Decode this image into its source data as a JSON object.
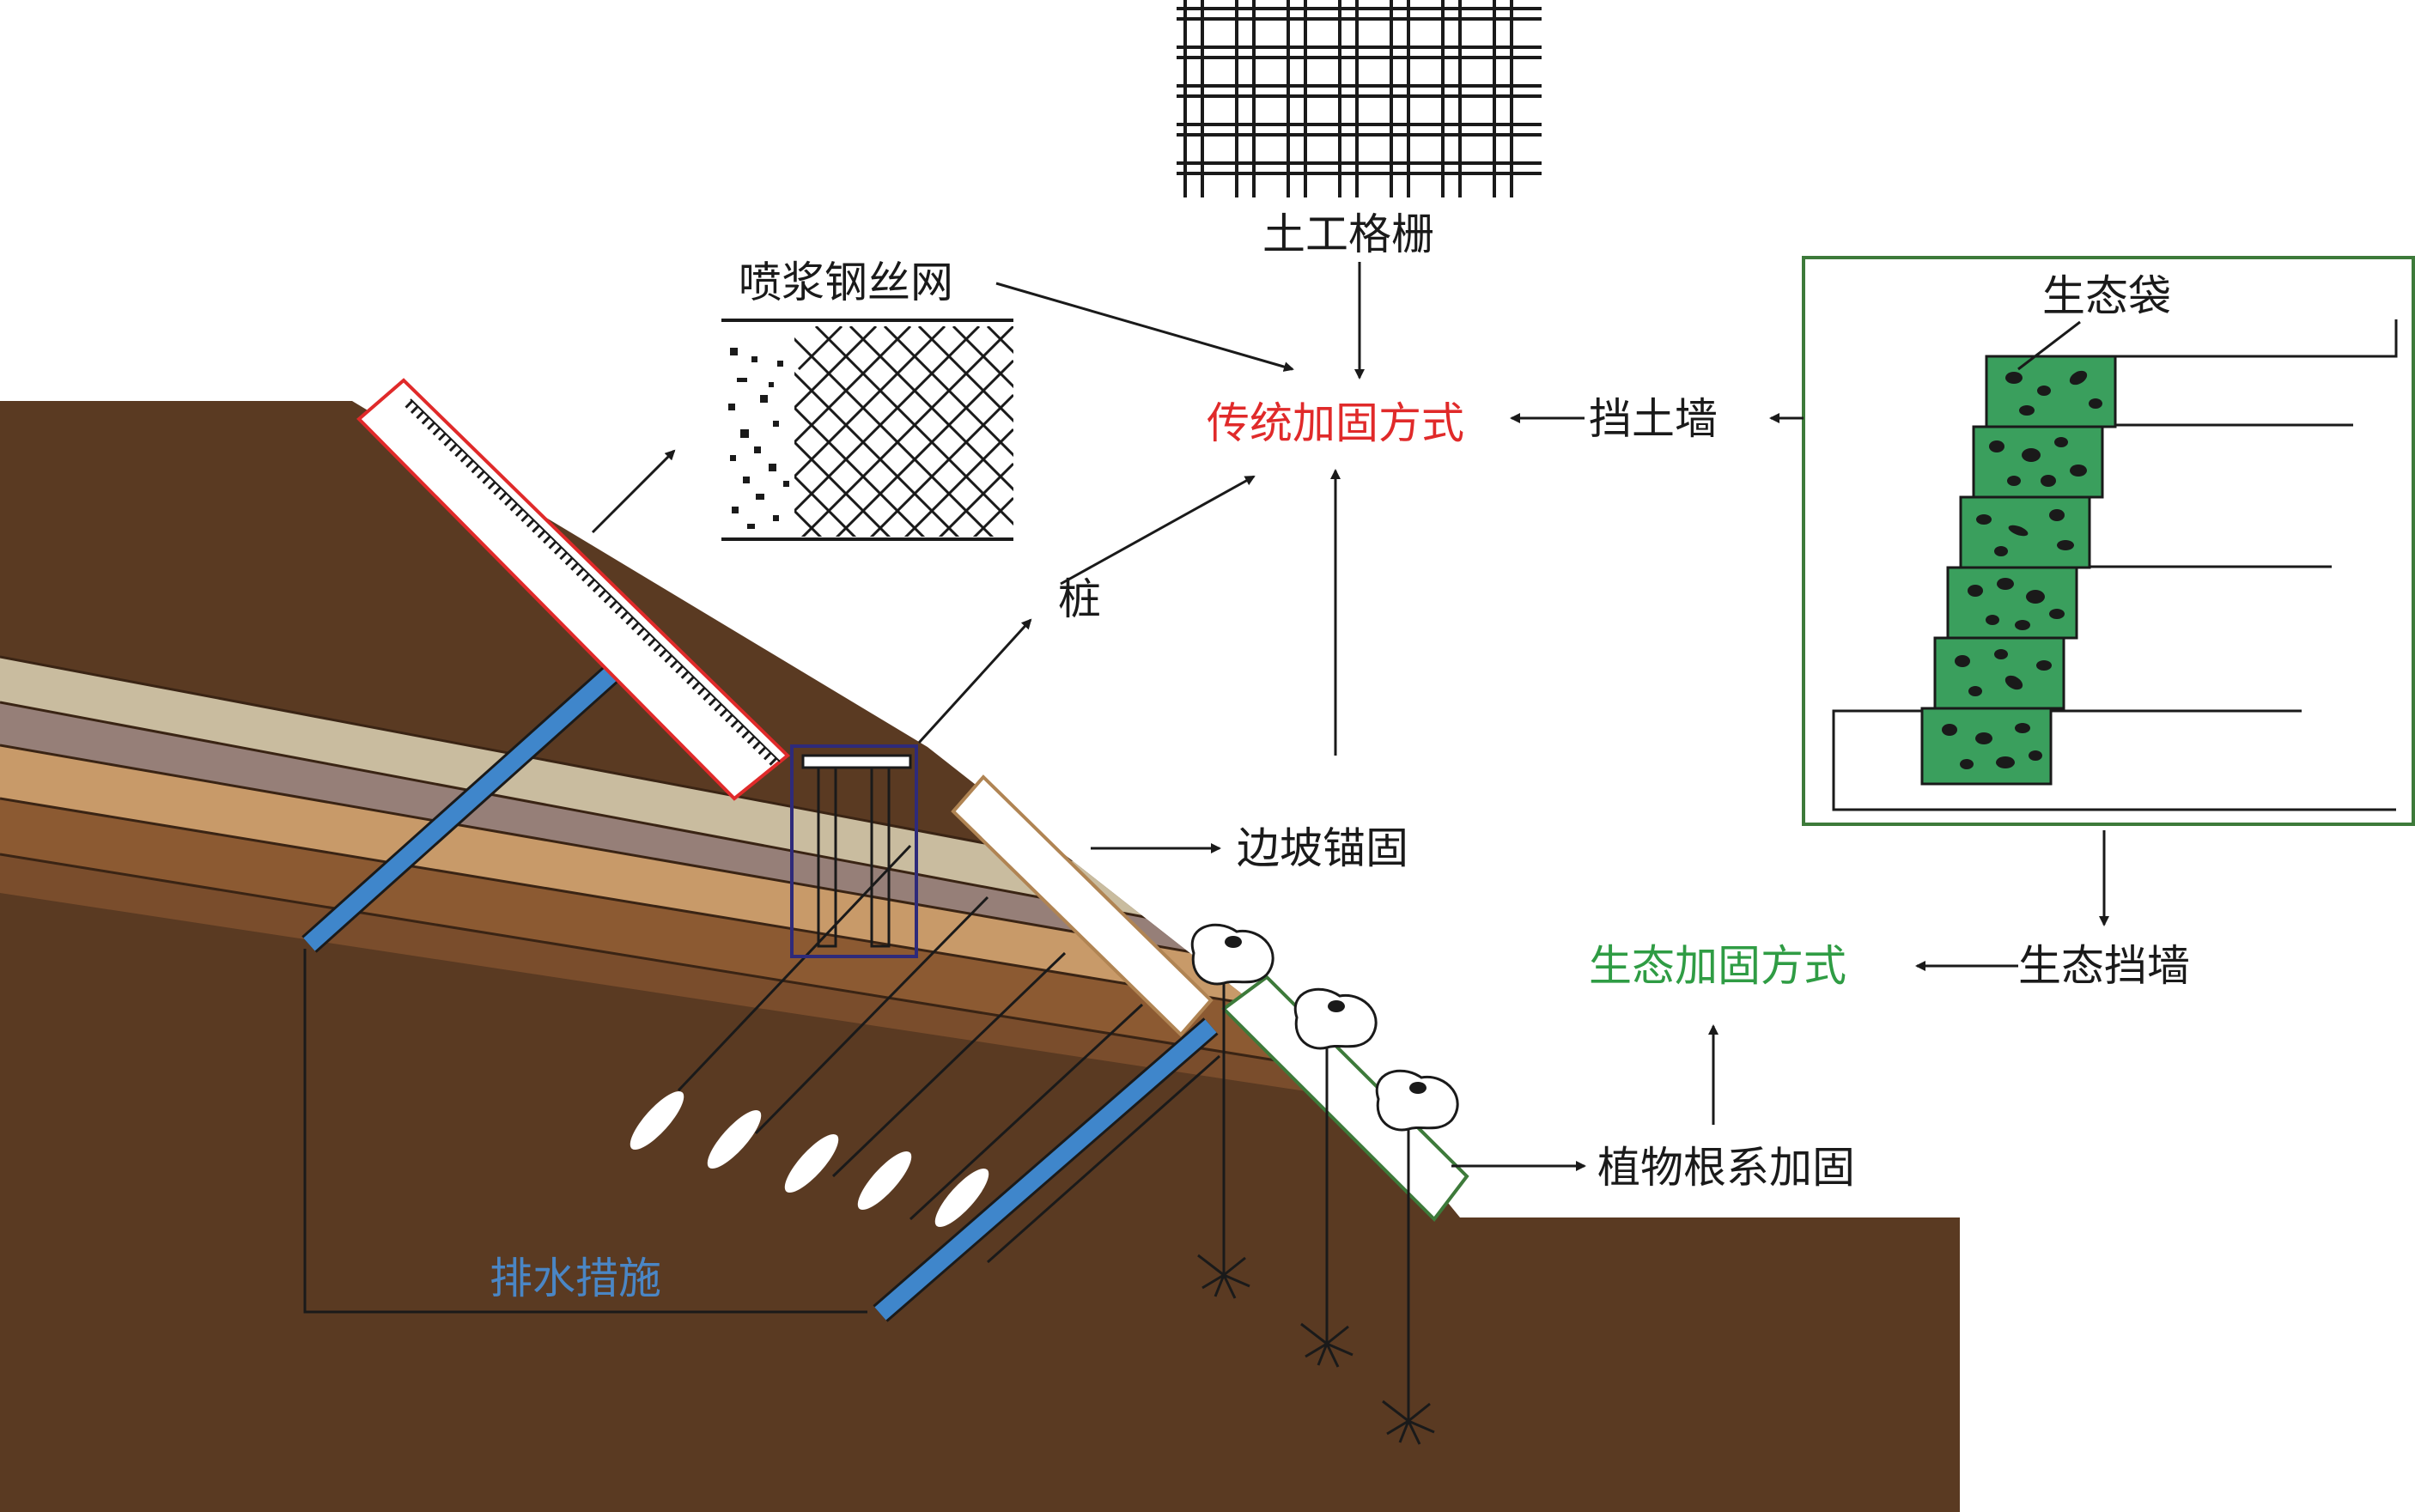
{
  "labels": {
    "penjiang": "喷浆钢丝网",
    "geogrid": "土工格栅",
    "traditional": "传统加固方式",
    "retaining_wall": "挡土墙",
    "eco_bag": "生态袋",
    "pile": "桩",
    "slope_anchor": "边坡锚固",
    "eco_retaining_wall": "生态挡墙",
    "ecological": "生态加固方式",
    "plant_root": "植物根系加固",
    "drainage": "排水措施"
  },
  "colors": {
    "soil": "#5a3a22",
    "layer1": "#c9bc9f",
    "layer2": "#967f78",
    "layer3": "#c89a69",
    "layer4": "#8c5a32",
    "drain": "#3f86cb",
    "eco_bag": "#3a9f5d",
    "traditional": "#e02a2a",
    "ecological": "#2f9c44",
    "drainage_text": "#4a86c5",
    "frame_green": "#3d7a3a"
  }
}
